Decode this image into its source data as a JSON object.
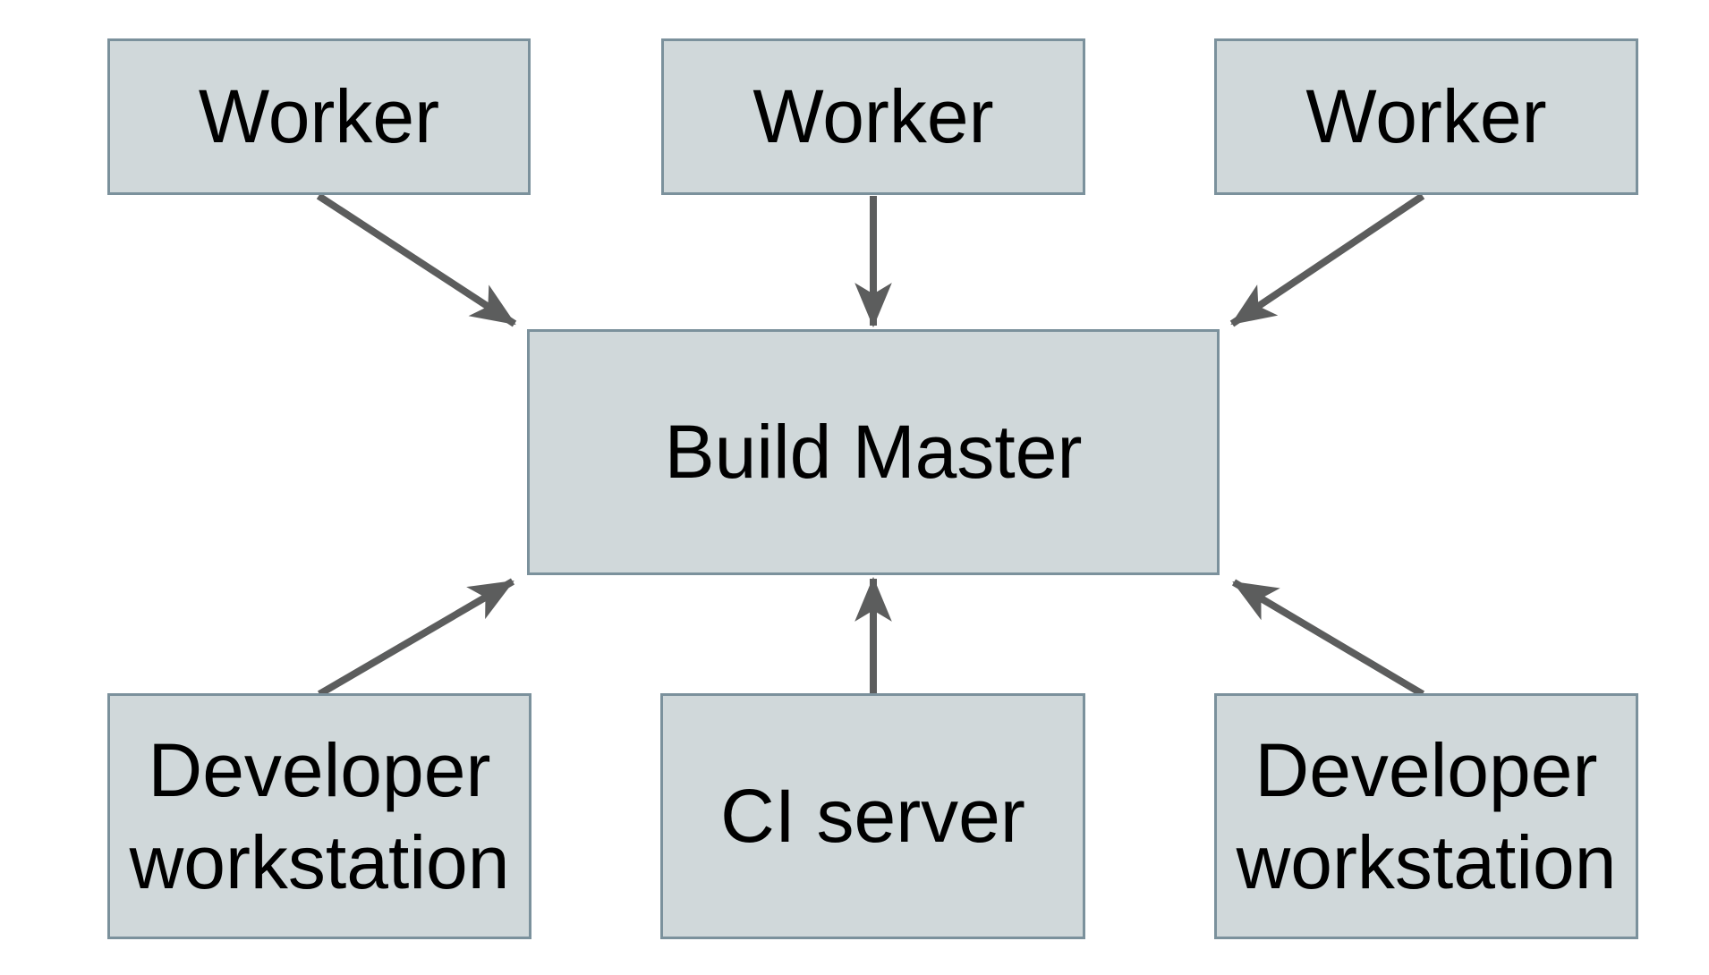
{
  "diagram": {
    "background": "#ffffff",
    "colors": {
      "node_fill": "#d0d8da",
      "node_border": "#7b919c",
      "arrow": "#5c5d5d",
      "text": "#000000"
    },
    "nodes": {
      "worker_left": {
        "label": "Worker"
      },
      "worker_middle": {
        "label": "Worker"
      },
      "worker_right": {
        "label": "Worker"
      },
      "build_master": {
        "label": "Build Master"
      },
      "dev_workstation_left": {
        "label": "Developer\nworkstation"
      },
      "ci_server": {
        "label": "CI server"
      },
      "dev_workstation_right": {
        "label": "Developer\nworkstation"
      }
    },
    "edges": [
      {
        "from": "worker_left",
        "to": "build_master"
      },
      {
        "from": "worker_middle",
        "to": "build_master"
      },
      {
        "from": "worker_right",
        "to": "build_master"
      },
      {
        "from": "dev_workstation_left",
        "to": "build_master"
      },
      {
        "from": "ci_server",
        "to": "build_master"
      },
      {
        "from": "dev_workstation_right",
        "to": "build_master"
      }
    ]
  }
}
